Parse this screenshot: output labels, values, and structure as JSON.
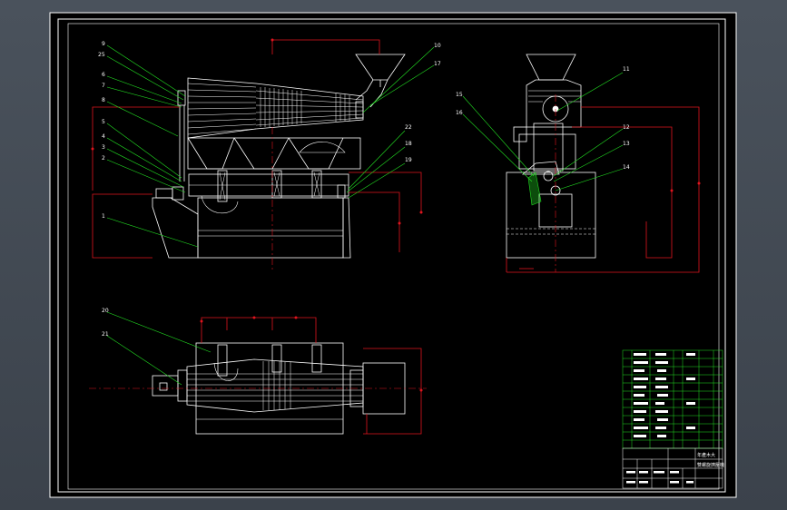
{
  "colors": {
    "background": "#000000",
    "outline": "#ffffff",
    "wiring": "#e0141e",
    "leader": "#22dd22",
    "table_grid": "#22dd22"
  },
  "callouts": {
    "front": [
      "9",
      "25",
      "6",
      "7",
      "8",
      "5",
      "4",
      "3",
      "2",
      "1",
      "10",
      "17",
      "22",
      "18",
      "19"
    ],
    "side": [
      "11",
      "15",
      "16",
      "12",
      "13",
      "14"
    ],
    "plan": [
      "20",
      "21"
    ]
  },
  "title_block": {
    "line1": "年產木大",
    "line2": "雙螺旋擠壓機"
  }
}
